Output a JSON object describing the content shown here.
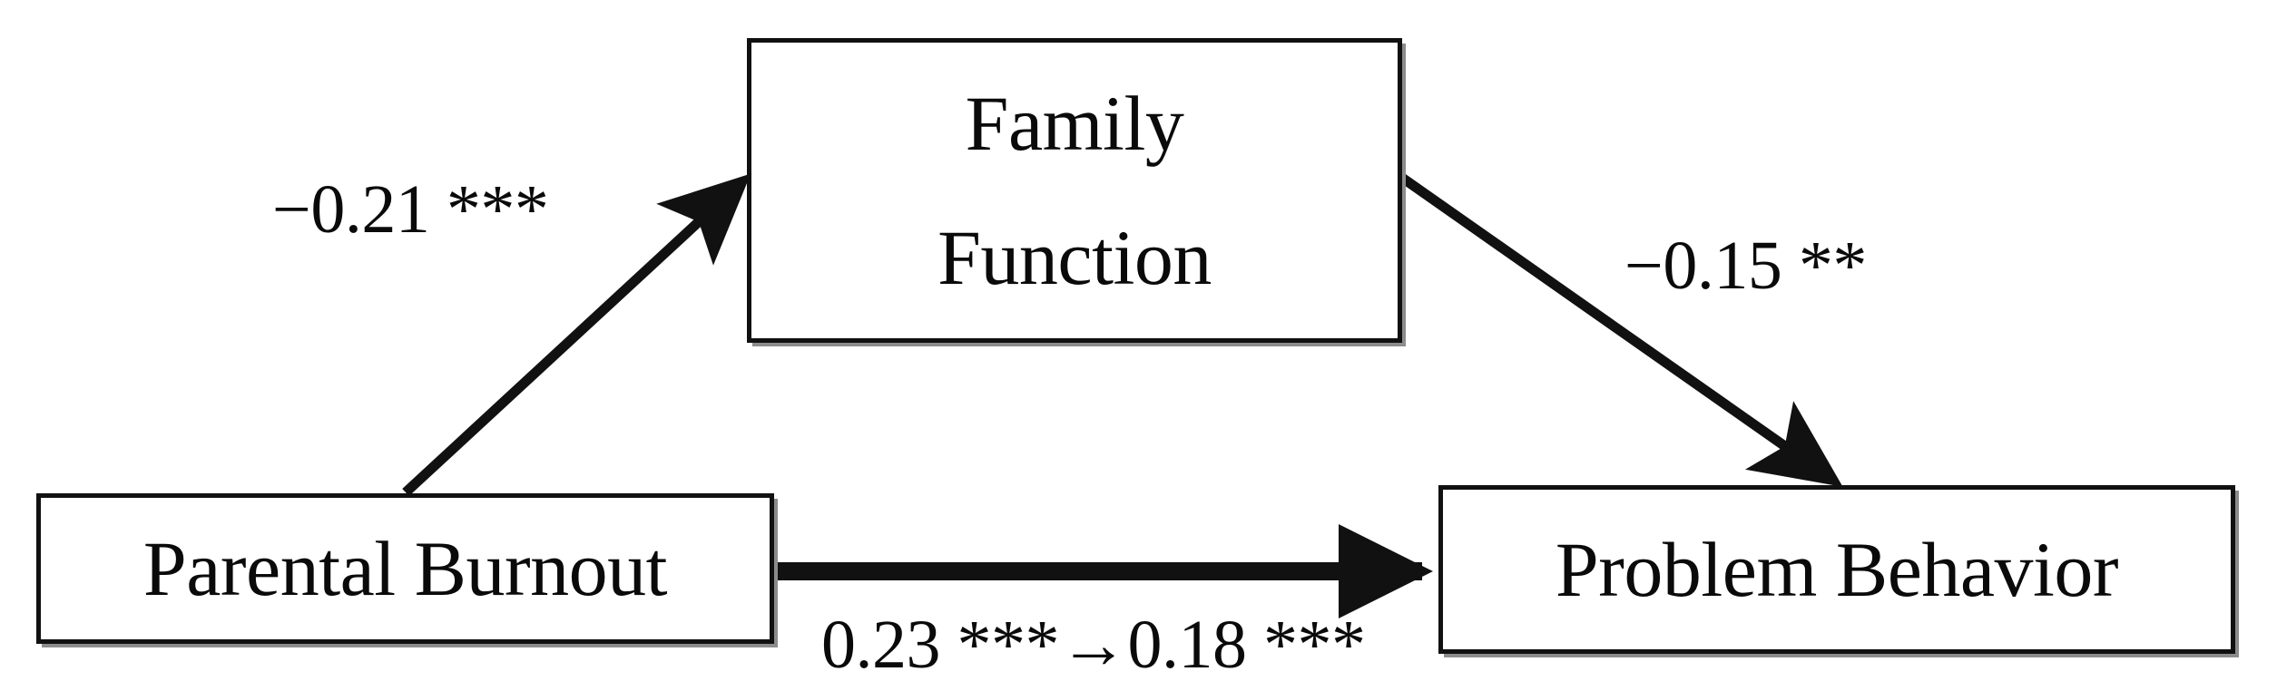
{
  "figure": {
    "type": "mediation-path-diagram",
    "background_color": "#ffffff",
    "line_color": "#111111",
    "text_color": "#0a0a0a",
    "shadow_color": "#8c8c8c"
  },
  "nodes": {
    "mediator": {
      "id": "family-function",
      "label_line1": "Family",
      "label_line2": "Function",
      "role": "mediator"
    },
    "predictor": {
      "id": "parental-burnout",
      "label": "Parental Burnout",
      "role": "independent-variable"
    },
    "outcome": {
      "id": "problem-behavior",
      "label": "Problem Behavior",
      "role": "dependent-variable"
    }
  },
  "paths": {
    "a_path": {
      "from": "Parental Burnout",
      "to": "Family Function",
      "label": "−0.21 ***",
      "coefficient": -0.21,
      "significance": "***"
    },
    "b_path": {
      "from": "Family Function",
      "to": "Problem Behavior",
      "label": "−0.15 **",
      "coefficient": -0.15,
      "significance": "**"
    },
    "c_path": {
      "from": "Parental Burnout",
      "to": "Problem Behavior",
      "label": "0.23 ***→0.18 ***",
      "total_effect": 0.23,
      "total_effect_significance": "***",
      "direct_effect": 0.18,
      "direct_effect_significance": "***"
    }
  },
  "chart_data": {
    "type": "diagram",
    "title": "",
    "nodes": [
      "Parental Burnout",
      "Family Function",
      "Problem Behavior"
    ],
    "edges": [
      {
        "source": "Parental Burnout",
        "target": "Family Function",
        "label": "−0.21 ***",
        "value": -0.21,
        "stars": 3,
        "style": "thin-solid-arrow"
      },
      {
        "source": "Family Function",
        "target": "Problem Behavior",
        "label": "−0.15 **",
        "value": -0.15,
        "stars": 2,
        "style": "thin-solid-arrow"
      },
      {
        "source": "Parental Burnout",
        "target": "Problem Behavior",
        "label": "0.23 ***→0.18 ***",
        "value": 0.18,
        "total_value": 0.23,
        "stars": 3,
        "style": "thick-solid-arrow"
      }
    ]
  }
}
